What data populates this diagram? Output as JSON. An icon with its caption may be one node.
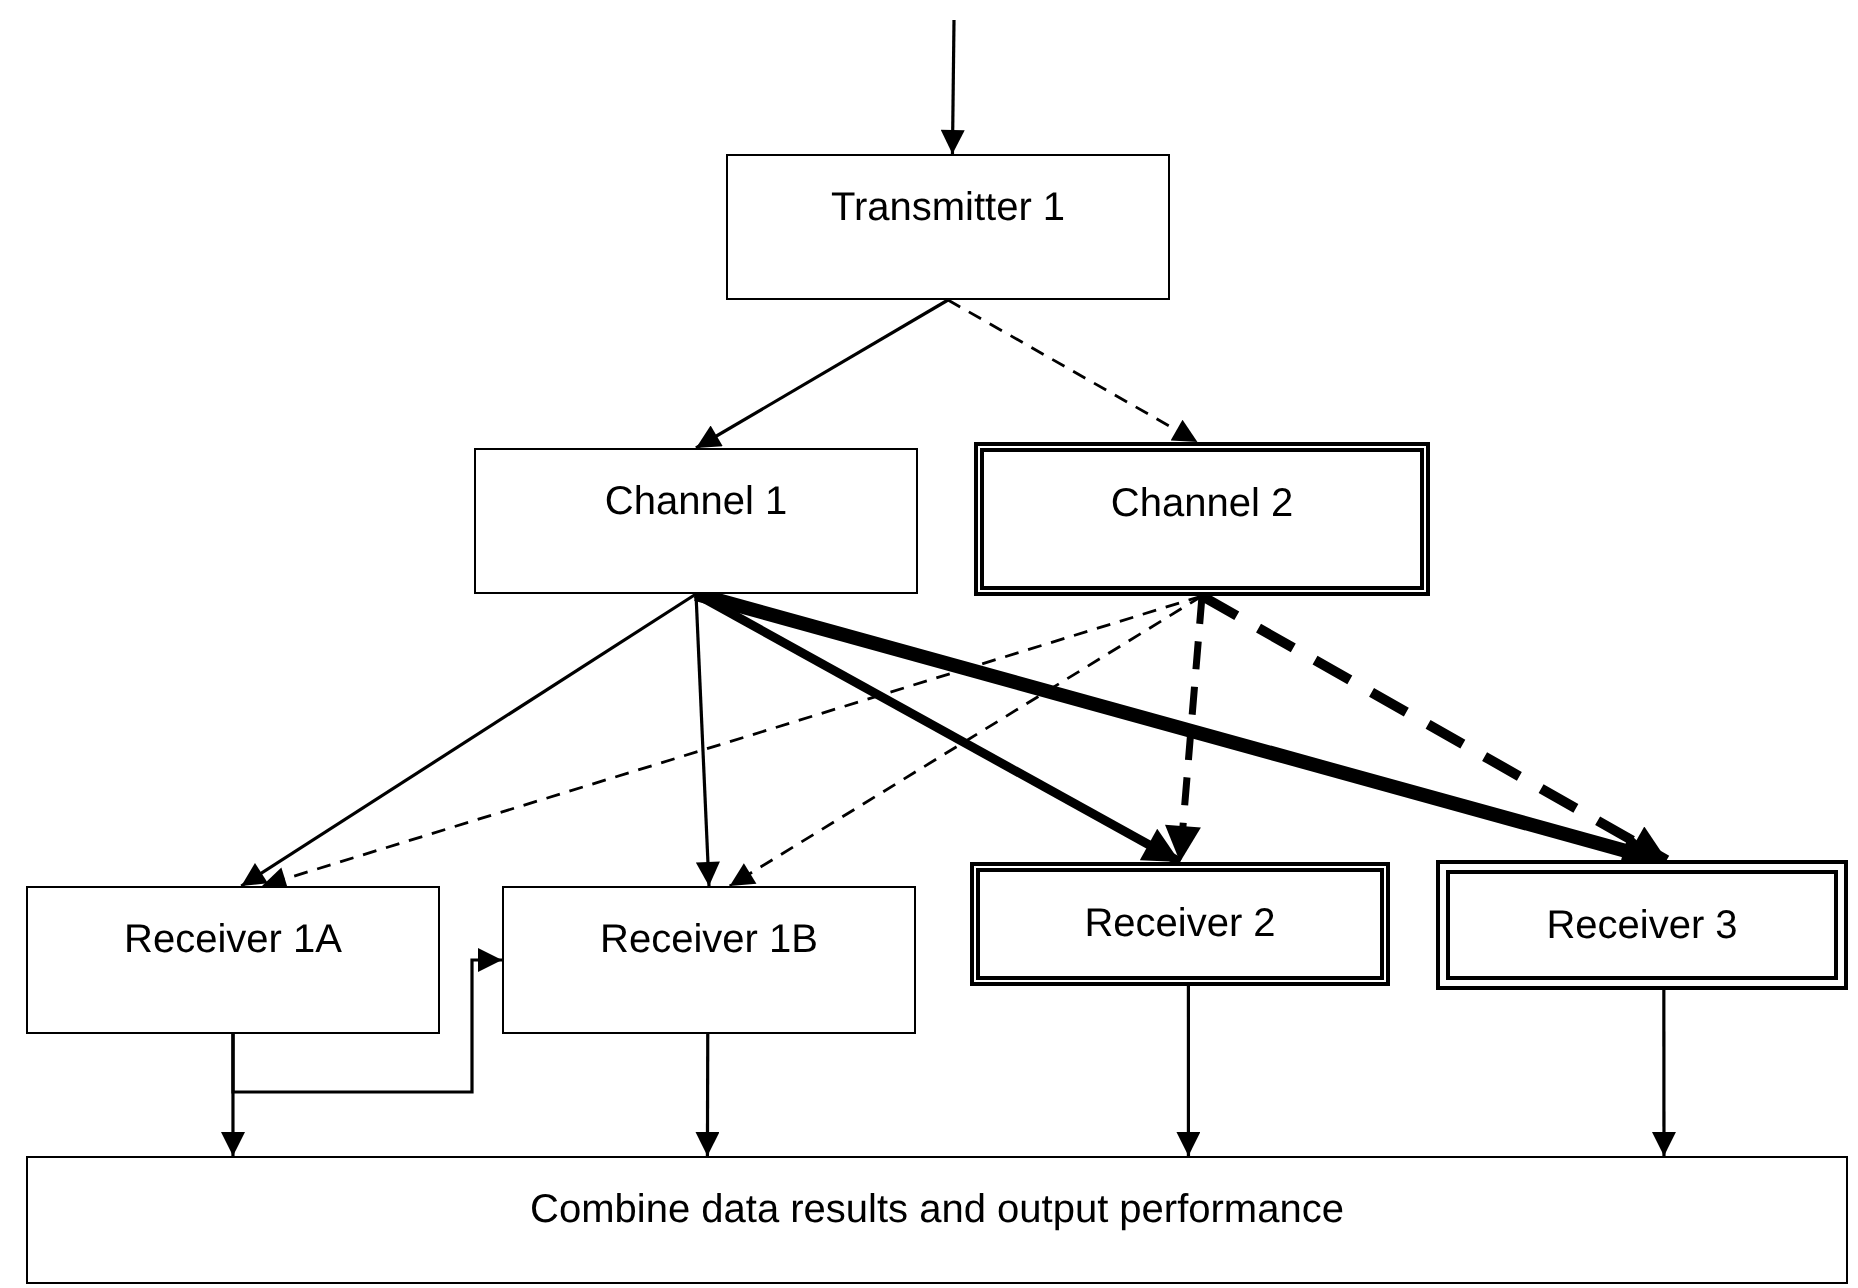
{
  "diagram": {
    "nodes": [
      {
        "text": [
          "Transmitter 1"
        ]
      },
      {
        "text": [
          "Channel 1"
        ]
      },
      {
        "text": [
          "Channel 2"
        ]
      },
      {
        "text": [
          "Receiver 1A"
        ]
      },
      {
        "text": [
          "Receiver 1B"
        ]
      },
      {
        "text": [
          "Receiver 2"
        ]
      },
      {
        "text": [
          "Receiver 3"
        ]
      },
      {
        "text": [
          "Combine data results and output performance"
        ]
      }
    ],
    "edges": [
      {
        "from": null,
        "to": 0,
        "arrow": "to"
      },
      {
        "from": 0,
        "to": 1,
        "arrow": "to"
      },
      {
        "from": 0,
        "to": 2,
        "arrow": "to",
        "style": "dashed"
      },
      {
        "from": 1,
        "to": 3,
        "arrow": "to"
      },
      {
        "from": 1,
        "to": 4,
        "arrow": "to"
      },
      {
        "from": 1,
        "to": 5,
        "arrow": "to",
        "style": "thick"
      },
      {
        "from": 1,
        "to": 6,
        "arrow": "to",
        "style": "thick"
      },
      {
        "from": 2,
        "to": 3,
        "arrow": "to",
        "style": "dashed"
      },
      {
        "from": 2,
        "to": 4,
        "arrow": "to",
        "style": "dashed"
      },
      {
        "from": 2,
        "to": 5,
        "arrow": "to",
        "style": "dashed"
      },
      {
        "from": 2,
        "to": 6,
        "arrow": "to",
        "style": "dashed"
      },
      {
        "from": 3,
        "to": 7,
        "arrow": "to"
      },
      {
        "from": 3,
        "to": 4,
        "arrow": "to"
      },
      {
        "from": 4,
        "to": 7,
        "arrow": "to"
      },
      {
        "from": 5,
        "to": 7,
        "arrow": "to"
      },
      {
        "from": 6,
        "to": 7,
        "arrow": "to"
      }
    ]
  }
}
